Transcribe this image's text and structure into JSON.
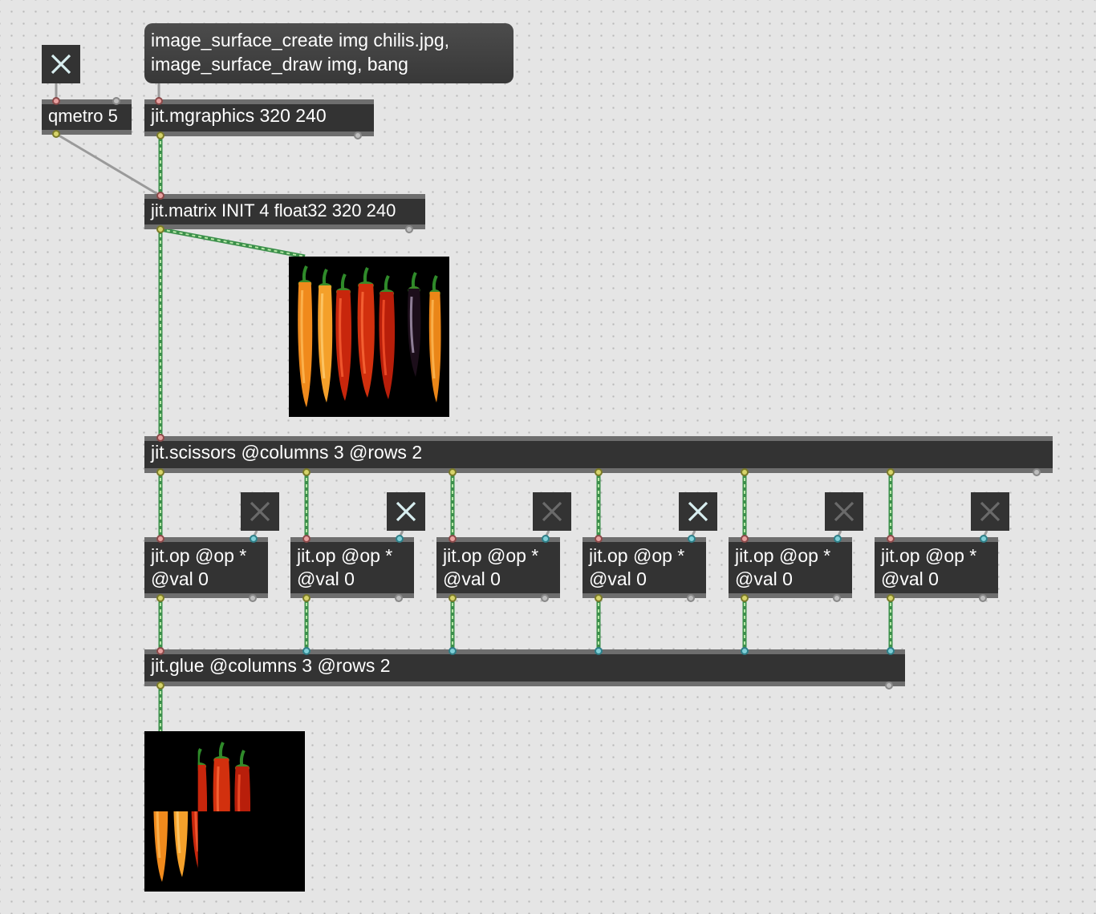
{
  "window": {
    "background": "#e5e5e5",
    "grid_dot": "#b9b9b9"
  },
  "colors": {
    "object_body": "#333333",
    "object_border": "#6e6e6e",
    "text": "#ffffff",
    "toggle_on": "#d8eef0",
    "toggle_off": "#6a6a6a",
    "matrix_cord": "#3b8f4a",
    "matrix_cord_dash": "#b7e8a8",
    "control_cord": "#9a9a9a"
  },
  "message": {
    "line1": "image_surface_create img chilis.jpg,",
    "line2": "image_surface_draw img, bang"
  },
  "objects": {
    "qmetro": "qmetro 5",
    "mgraphics": "jit.mgraphics 320 240",
    "matrix": "jit.matrix INIT 4 float32 320 240",
    "scissors": "jit.scissors @columns 3 @rows 2",
    "glue": "jit.glue @columns 3 @rows 2"
  },
  "jit_ops": [
    {
      "line1": "jit.op @op *",
      "line2": "@val 0"
    },
    {
      "line1": "jit.op @op *",
      "line2": "@val 0"
    },
    {
      "line1": "jit.op @op *",
      "line2": "@val 0"
    },
    {
      "line1": "jit.op @op *",
      "line2": "@val 0"
    },
    {
      "line1": "jit.op @op *",
      "line2": "@val 0"
    },
    {
      "line1": "jit.op @op *",
      "line2": "@val 0"
    }
  ],
  "toggles": {
    "metro_toggle": {
      "state": "on",
      "icon": "x-icon"
    },
    "op_toggles": [
      {
        "state": "off",
        "icon": "x-icon"
      },
      {
        "state": "on",
        "icon": "x-icon"
      },
      {
        "state": "off",
        "icon": "x-icon"
      },
      {
        "state": "on",
        "icon": "x-icon"
      },
      {
        "state": "off",
        "icon": "x-icon"
      },
      {
        "state": "off",
        "icon": "x-icon"
      }
    ]
  },
  "displays": {
    "source_image": {
      "content": "chili peppers"
    },
    "output_image": {
      "content": "chili peppers, tiles 2 and 4 of 6 visible"
    }
  }
}
